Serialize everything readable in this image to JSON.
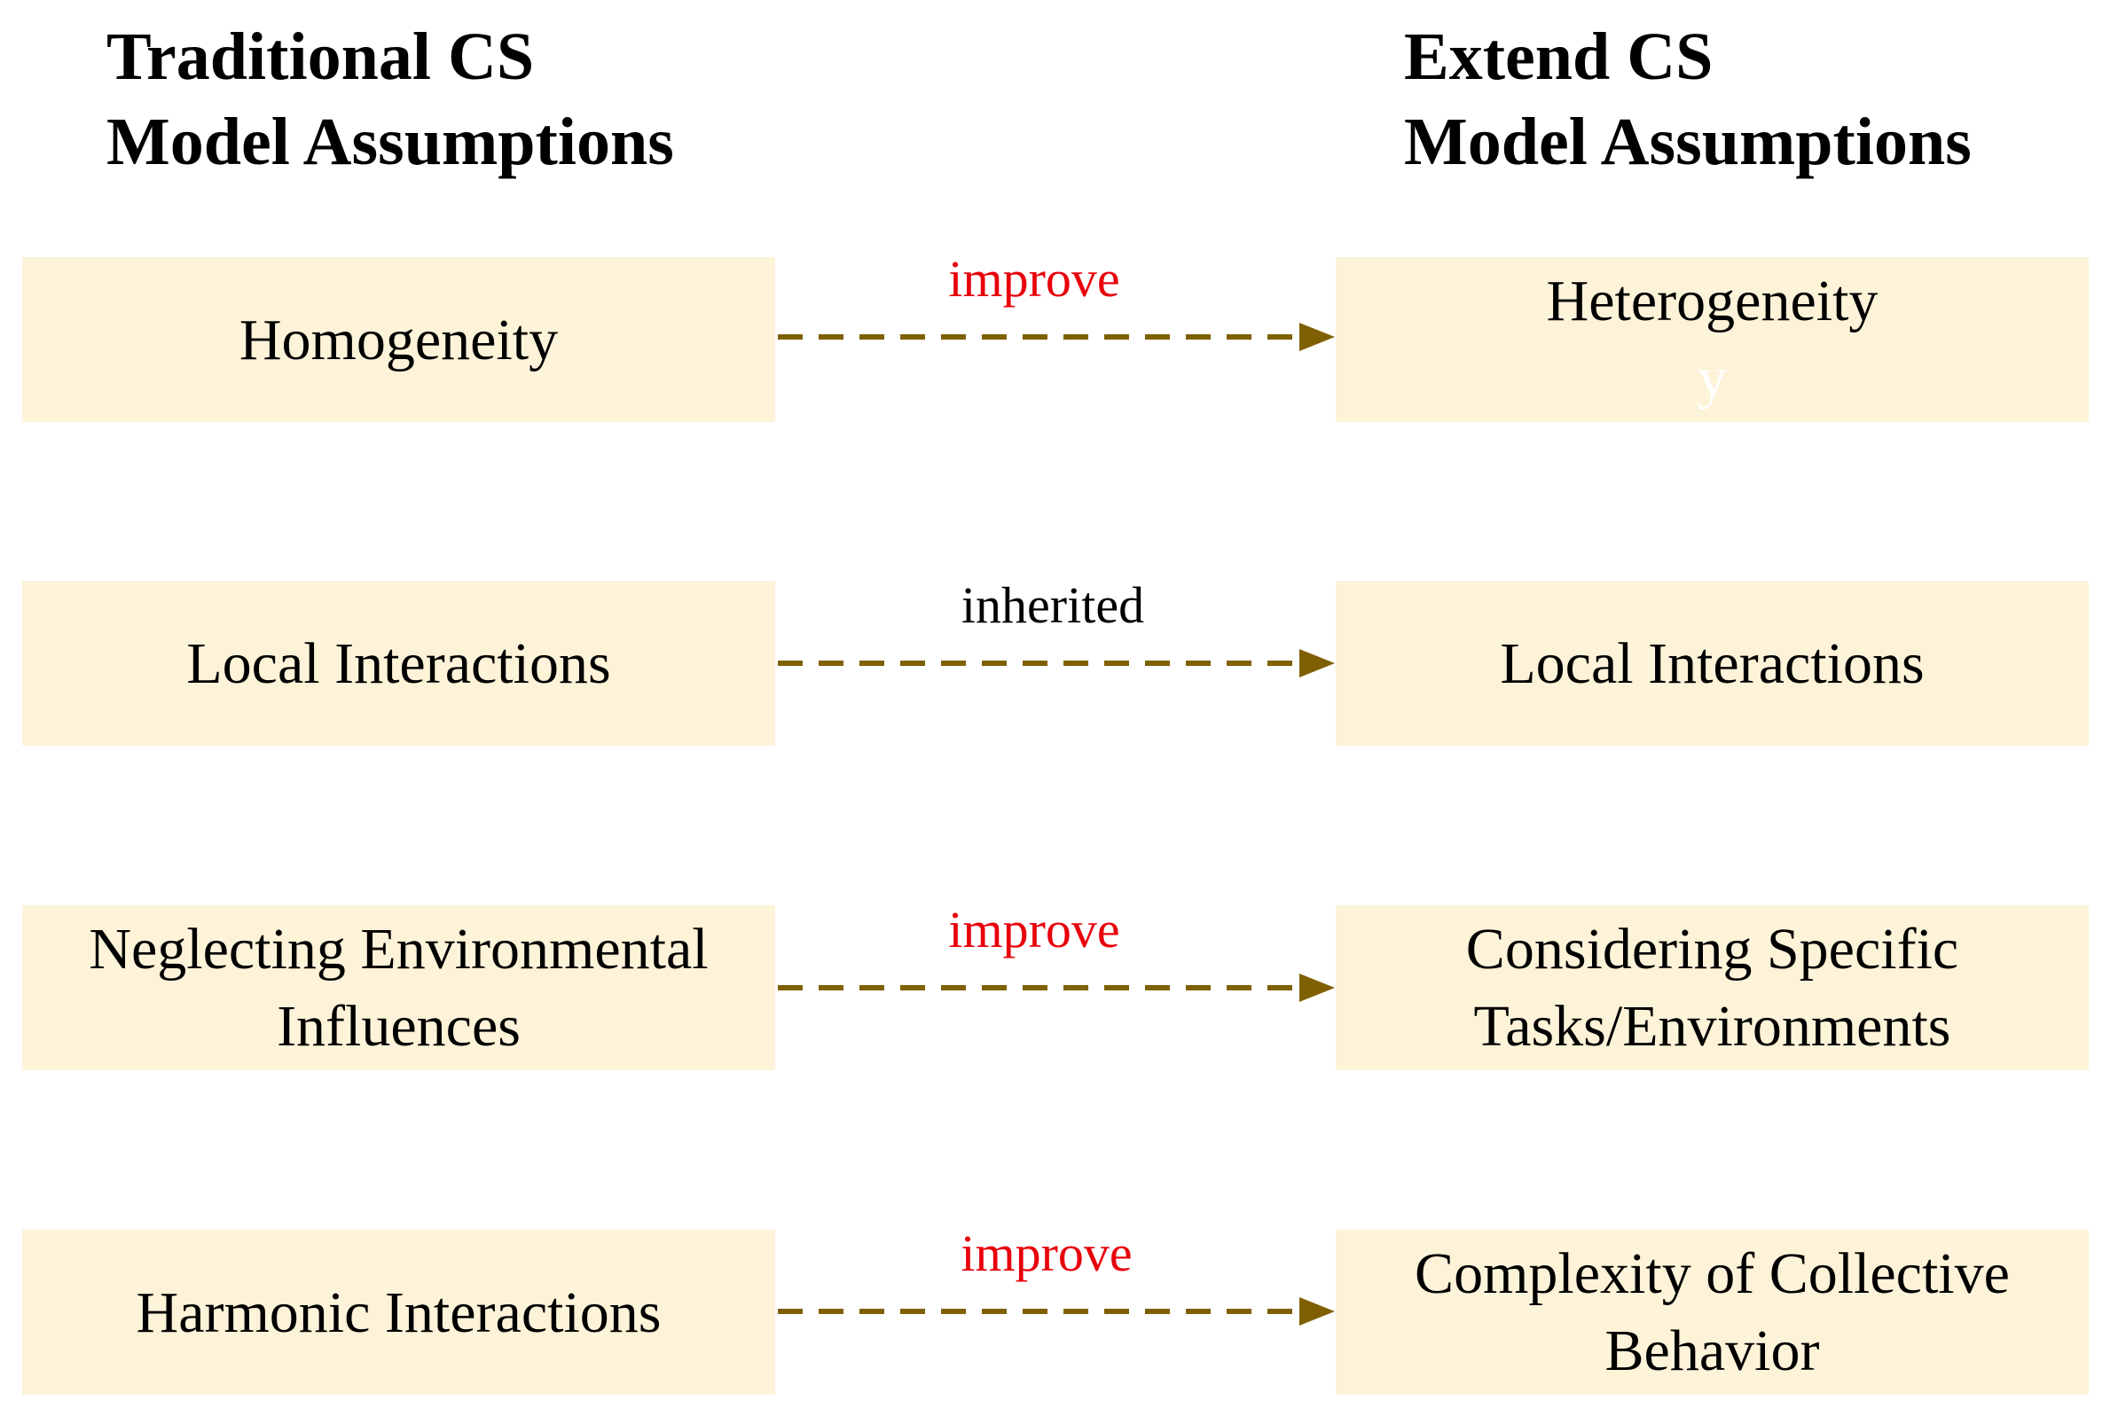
{
  "headings": {
    "left": [
      "Traditional CS",
      "Model Assumptions"
    ],
    "right": [
      "Extend CS",
      "Model Assumptions"
    ]
  },
  "rows": [
    {
      "traditional": [
        "Homogeneity"
      ],
      "relation": "improve",
      "relation_color": "#e8000b",
      "extended": [
        "Heterogeneity"
      ],
      "extended_ghost": "y"
    },
    {
      "traditional": [
        "Local Interactions"
      ],
      "relation": "inherited",
      "relation_color": "#000000",
      "extended": [
        "Local Interactions"
      ]
    },
    {
      "traditional": [
        "Neglecting Environmental",
        "Influences"
      ],
      "relation": "improve",
      "relation_color": "#e8000b",
      "extended": [
        "Considering Specific",
        "Tasks/Environments"
      ]
    },
    {
      "traditional": [
        "Harmonic Interactions"
      ],
      "relation": "improve",
      "relation_color": "#e8000b",
      "extended": [
        "Complexity of Collective",
        "Behavior"
      ]
    }
  ],
  "colors": {
    "box_fill": "#fdf3d9",
    "arrow": "#7f6000",
    "improve_text": "#e8000b",
    "inherited_text": "#000000"
  }
}
